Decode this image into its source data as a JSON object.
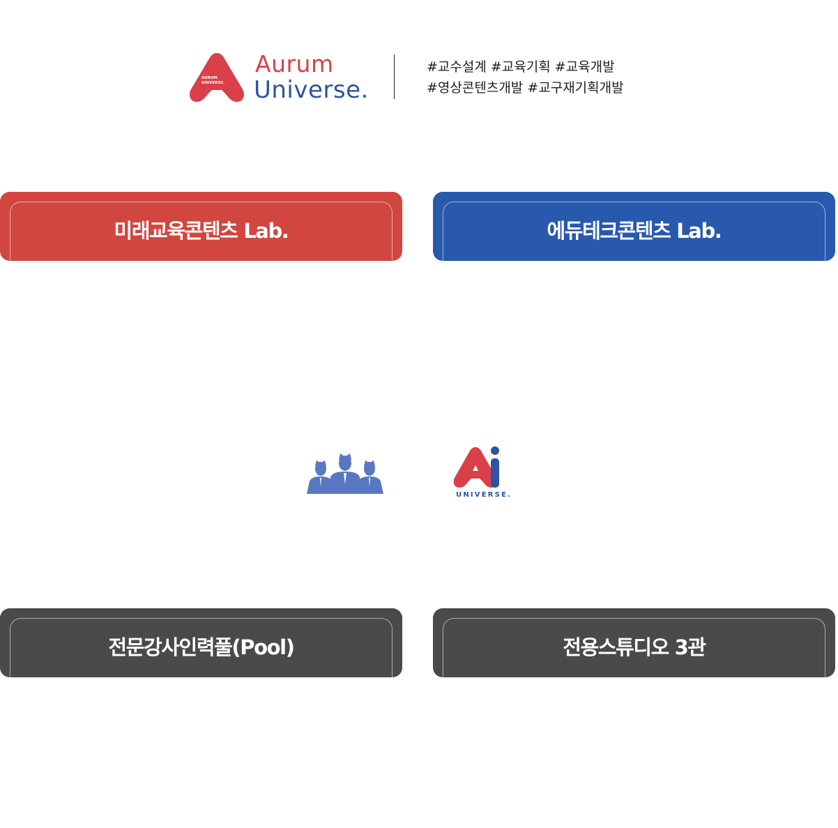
{
  "header": {
    "brand_line1": "Aurum",
    "brand_line2": "Universe.",
    "logo_small_text1": "AURUM",
    "logo_small_text2": "UNIVERSE.",
    "tags_line1": "#교수설계 #교육기획 #교육개발",
    "tags_line2": "#영상콘텐츠개발 #교구재기획개발"
  },
  "cards": [
    {
      "label": "미래교육콘텐츠 Lab.",
      "color": "#d24640"
    },
    {
      "label": "에듀테크콘텐츠 Lab.",
      "color": "#2859ad"
    },
    {
      "label": "전문강사인력풀(Pool)",
      "color": "#4a4a4a"
    },
    {
      "label": "전용스튜디오 3관",
      "color": "#4a4a4a"
    }
  ],
  "middle": {
    "people_icon": "people-group-icon",
    "ai_logo_caption": "UNIVERSE."
  },
  "colors": {
    "brand_red": "#d9404a",
    "brand_blue": "#2d54a0",
    "icon_blue": "#5a78c2"
  }
}
